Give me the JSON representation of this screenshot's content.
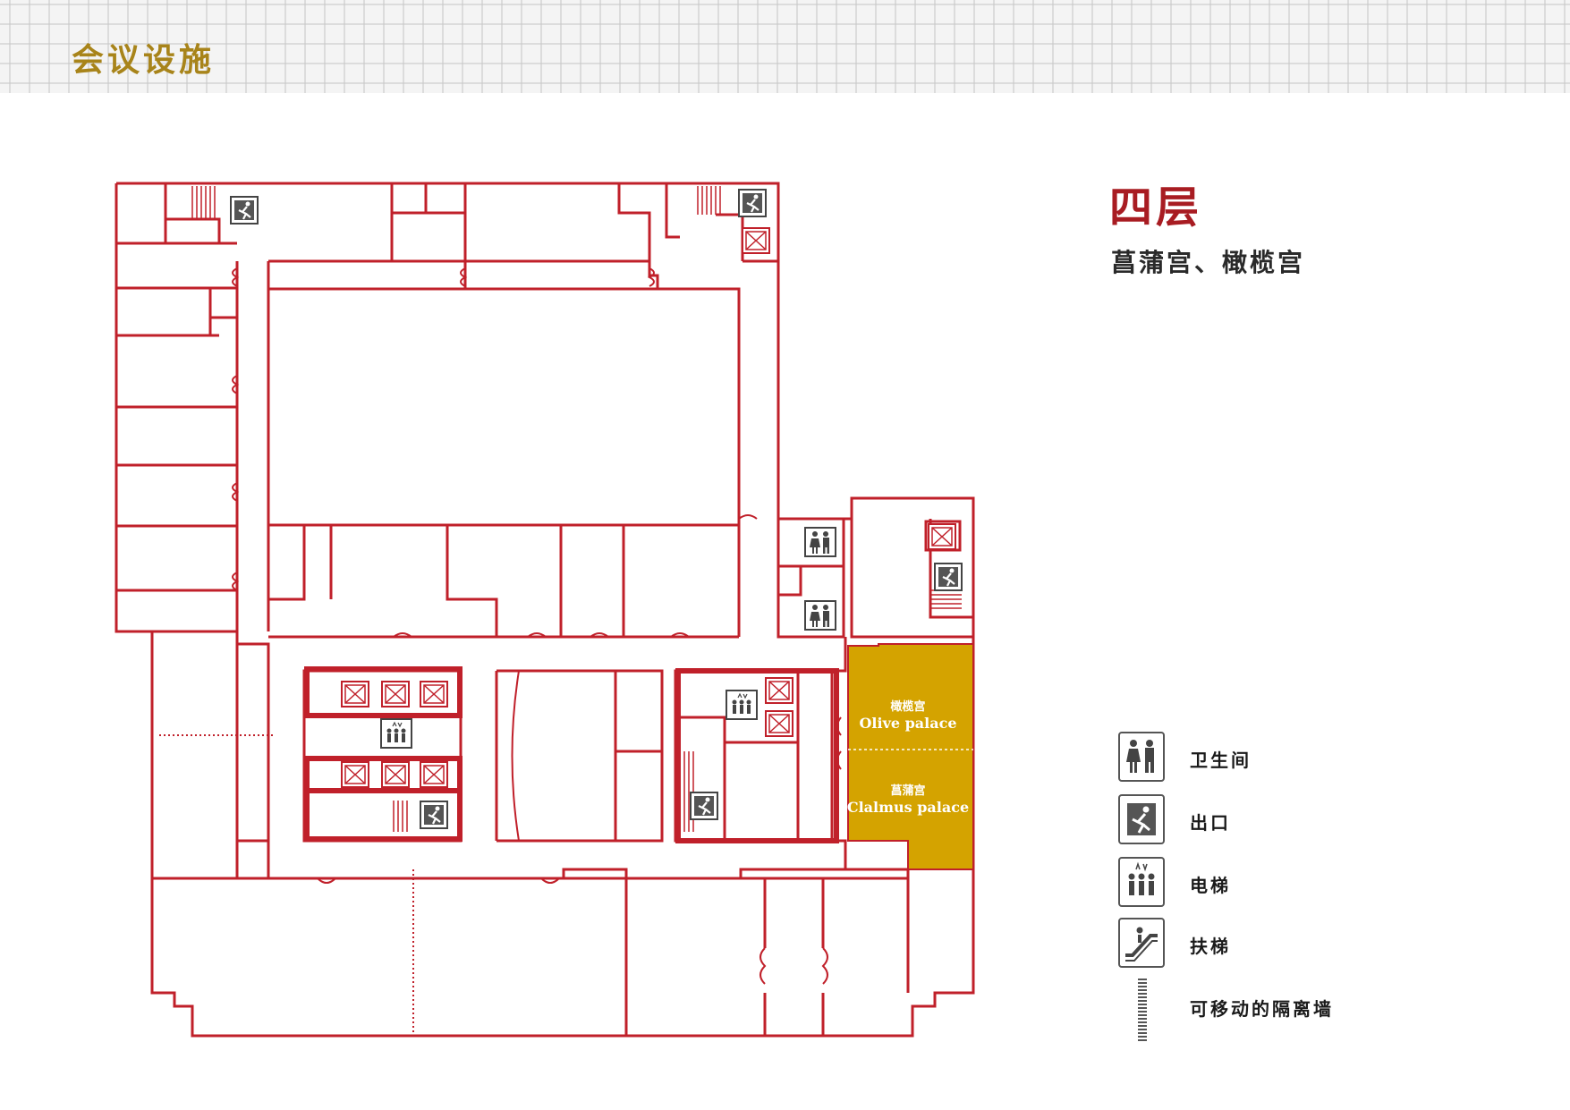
{
  "header": {
    "title": "会议设施"
  },
  "floor": {
    "title": "四层",
    "rooms_subtitle": "菖蒲宫、橄榄宫"
  },
  "rooms": {
    "olive": {
      "name_cn": "橄榄宫",
      "name_en": "Olive palace"
    },
    "calamus": {
      "name_cn": "菖蒲宫",
      "name_en": "Clalmus palace"
    }
  },
  "legend": {
    "restroom": {
      "label": "卫生间",
      "icon": "restroom-icon"
    },
    "exit": {
      "label": "出口",
      "icon": "emergency-exit-icon"
    },
    "elevator": {
      "label": "电梯",
      "icon": "elevator-icon"
    },
    "escalator": {
      "label": "扶梯",
      "icon": "escalator-icon"
    },
    "movable_wall": {
      "label": "可移动的隔离墙",
      "icon": "movable-wall-icon"
    }
  },
  "colors": {
    "wall": "#c0202a",
    "highlight": "#d4a300",
    "header_text": "#a8841a",
    "floor_title": "#a81c22"
  }
}
